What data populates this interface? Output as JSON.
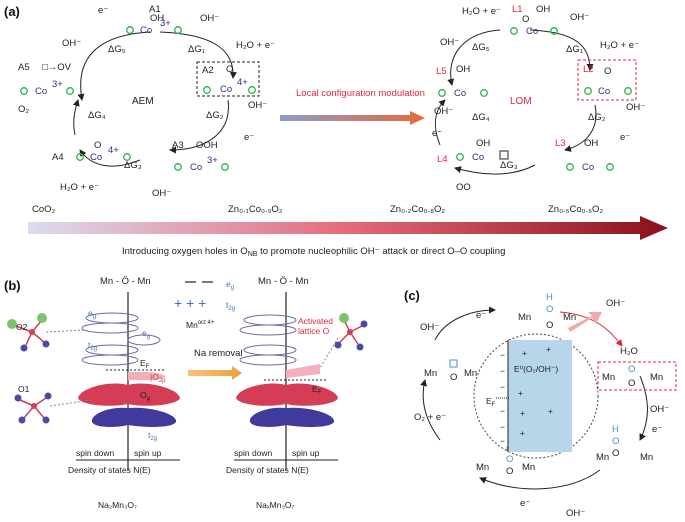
{
  "panel_a": {
    "label": "(a)",
    "aem": {
      "center": "AEM",
      "sites": {
        "a1": "A1",
        "a2": "A2",
        "a3": "A3",
        "a4": "A4",
        "a5": "A5"
      },
      "co3": "Co",
      "ox3": "3+",
      "co4": "Co",
      "ox4": "4+",
      "o": "O",
      "oh": "OH",
      "ooh": "OOH",
      "box_ov": "□→OV",
      "e": "e⁻",
      "oh_minus": "OH⁻",
      "h2o_e": "H₂O + e⁻",
      "o2": "O₂",
      "dg1": "ΔG₁",
      "dg2": "ΔG₂",
      "dg3": "ΔG₃",
      "dg4": "ΔG₄",
      "dg5": "ΔG₅"
    },
    "arrow_label": "Local configuration modulation",
    "lom": {
      "center": "LOM",
      "sites": {
        "l1": "L1",
        "l2": "L2",
        "l3": "L3",
        "l4": "L4",
        "l5": "L5"
      },
      "co": "Co",
      "oo": "OO"
    },
    "compositions": [
      "CoO₂",
      "Zn₀.₁Co₀.₉O₂",
      "Zn₀.₂Co₀.₈O₂",
      "Zn₀.₅Co₀.₅O₂"
    ],
    "bottom_caption": "Introducing oxygen holes in O",
    "caption_sub": "NB",
    "caption_rest": " to promote nucleophilic OH⁻ attack or direct O–O coupling"
  },
  "panel_b": {
    "label": "(b)",
    "mn_o_mn": "Mn - Ö - Mn",
    "eg": "e",
    "eg_sub": "g",
    "t2g": "t",
    "t2g_sub": "2g",
    "mn_oct": "Mn",
    "mn_oct_sup": "oct 4+",
    "o2": "O2",
    "o1": "O1",
    "eg_down": "e",
    "t2g_down": "t",
    "ef": "E",
    "ef_sub": "F",
    "o2p": "|O",
    "o2p_sub": "2p",
    "og": "O",
    "og_sub": "g",
    "na_removal": "Na removal",
    "activated": "Activated",
    "lattice": "lattice O",
    "spin_down": "spin down",
    "spin_up": "spin up",
    "dos": "Density of states N(E)",
    "comp_left": "Na₂Mn₃O₇",
    "comp_right": "NaₓMn₃O₇"
  },
  "panel_c": {
    "label": "(c)",
    "e": "e⁻",
    "oh": "OH⁻",
    "h2o": "H₂O",
    "o2_e": "O₂ + e⁻",
    "mn": "Mn",
    "o": "O",
    "h": "H",
    "ef": "E",
    "ef_sub": "F",
    "e0": "E⁰(O₂/OH⁻)",
    "minus": "−",
    "plus": "+"
  },
  "colors": {
    "co_blue": "#2a2e8c",
    "o_green": "#2db34a",
    "accent_red": "#e0273a",
    "gradient_start": "#d9d6ef",
    "gradient_end": "#8b0f1a",
    "dos_red": "#d43d55",
    "dos_blue": "#3f3a9c",
    "panel_c_blue": "#4a8fcf"
  }
}
